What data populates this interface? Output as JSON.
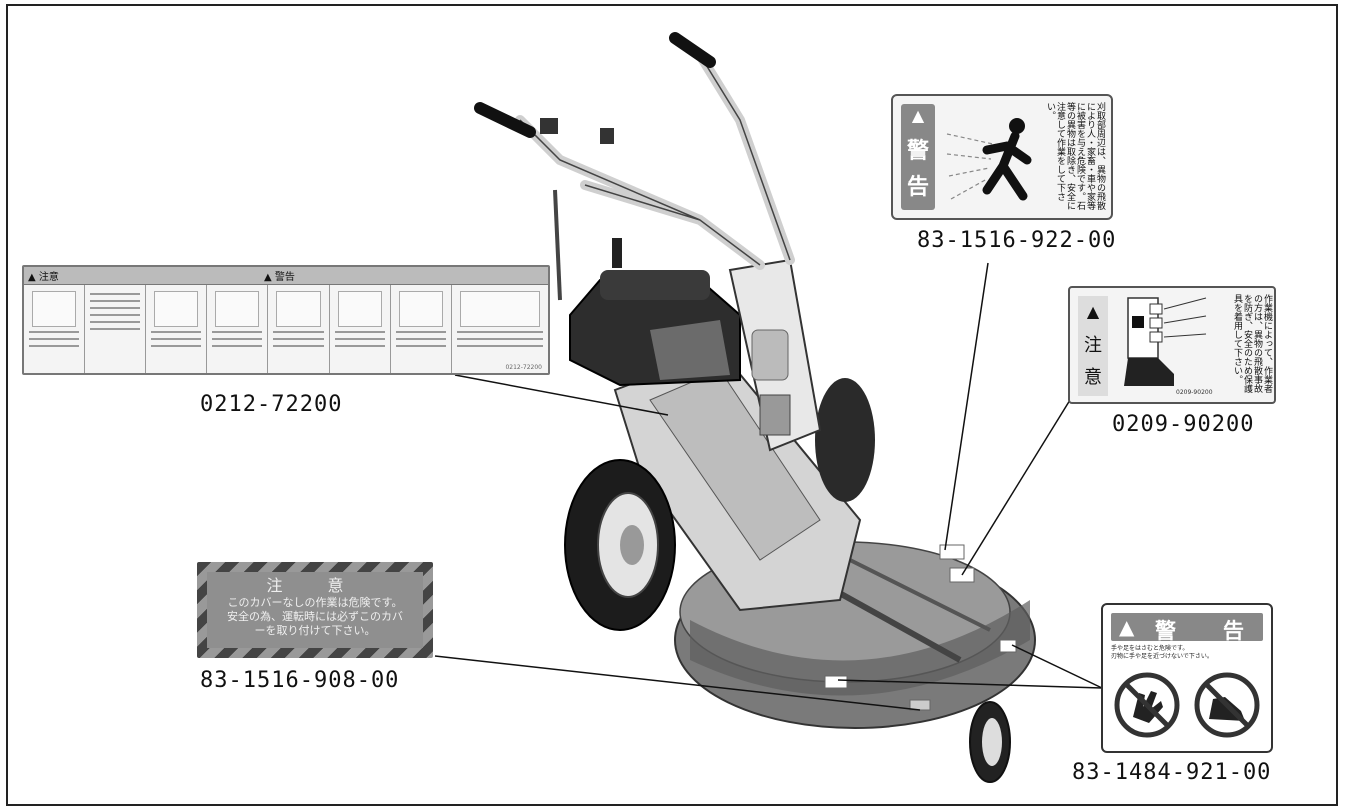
{
  "labels": {
    "label_0212_72200": {
      "part_number": "0212-72200",
      "caution_header": "注意",
      "warning_header": "警告",
      "code": "0212-72200"
    },
    "label_83_1516_922_00": {
      "part_number": "83-1516-922-00",
      "warning_char_1": "警",
      "warning_char_2": "告",
      "text": "刈取部周辺は、異物の飛散により人・家畜・車や家等に被害を与え危険です。石等の異物は取除き、安全に注意して作業をして下さい。"
    },
    "label_0209_90200": {
      "part_number": "0209-90200",
      "caution_char_1": "注",
      "caution_char_2": "意",
      "code": "0209-90200",
      "text": "作業機によって、作業者の方は、異物の飛散事故を防ぎ、安全のため保護具を着用して下さい。"
    },
    "label_83_1516_908_00": {
      "part_number": "83-1516-908-00",
      "title": "注 意",
      "line_1": "このカバーなしの作業は危険です。",
      "line_2": "安全の為、運転時には必ずこのカバ",
      "line_3": "ーを取り付けて下さい。"
    },
    "label_83_1484_921_00": {
      "part_number": "83-1484-921-00",
      "warning_word_1": "警",
      "warning_word_2": "告",
      "sub_line_1": "手や足をはさむと危険です。",
      "sub_line_2": "刃物に手や足を近づけないで下さい。"
    }
  },
  "colors": {
    "frame": "#222222",
    "label_gray": "#888888",
    "leader_line": "#111111"
  }
}
